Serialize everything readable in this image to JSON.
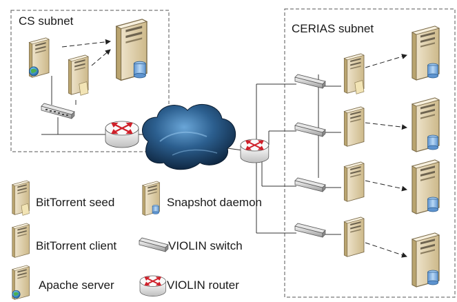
{
  "subnets": {
    "cs": {
      "title": "CS subnet"
    },
    "cerias": {
      "title": "CERIAS subnet"
    }
  },
  "legend": {
    "bittorrent_seed": "BitTorrent seed",
    "snapshot_daemon": "Snapshot daemon",
    "bittorrent_client": "BitTorrent client",
    "violin_switch": "VIOLIN switch",
    "apache_server": "Apache server",
    "violin_router": "VIOLIN router"
  },
  "colors": {
    "server_body": "#e8dcc0",
    "server_front": "#d7c59a",
    "server_dark": "#6e6450",
    "storage_blue": "#7fb3e6",
    "cloud_dark": "#0e2a47",
    "cloud_light": "#4f8ec6",
    "router_arrow": "#d0202a",
    "line": "#333333"
  }
}
